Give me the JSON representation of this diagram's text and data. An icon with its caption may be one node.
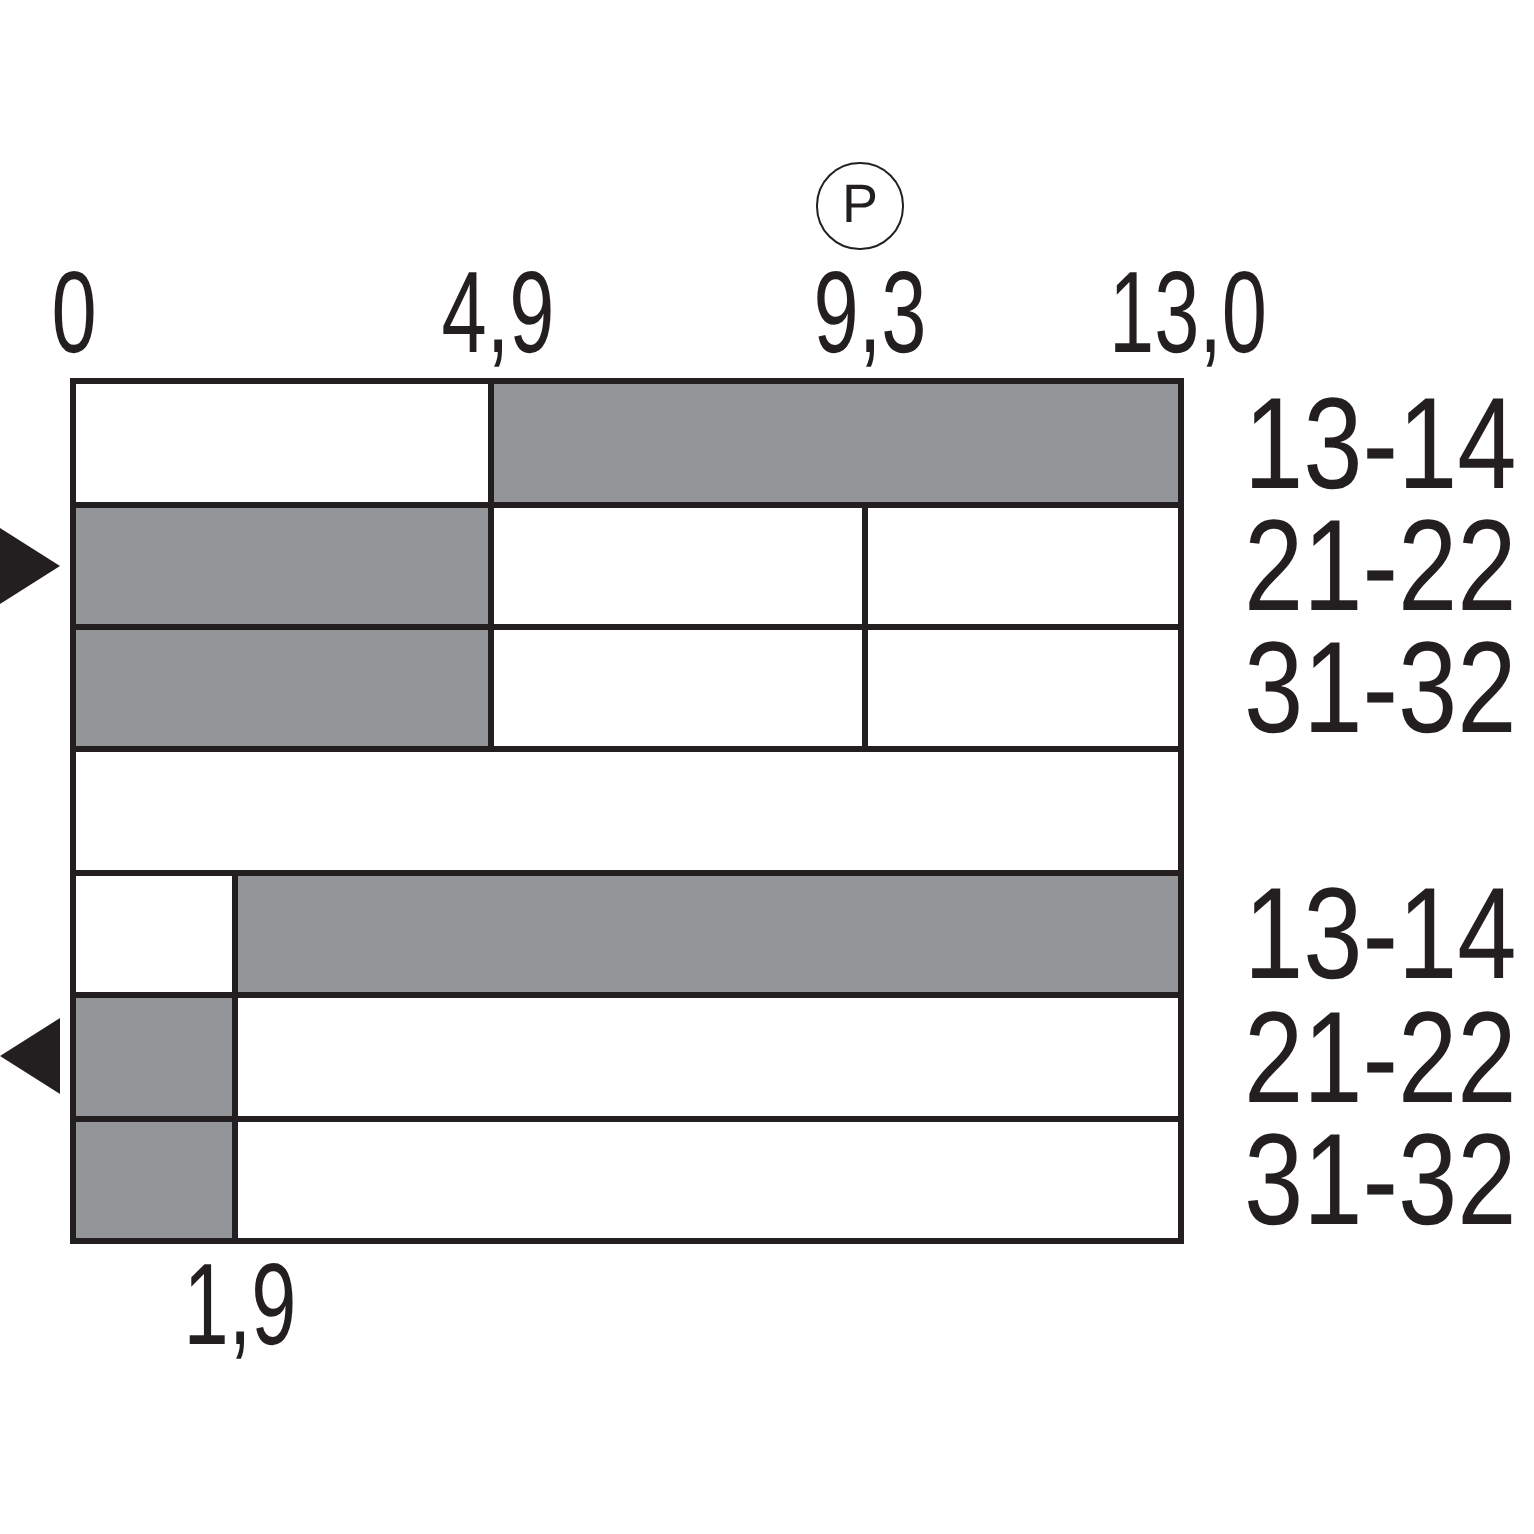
{
  "diagram": {
    "nodes": [
      {
        "text": [
          "P"
        ]
      },
      {
        "text": [],
        "shape": "box",
        "beside": [
          "13-14"
        ]
      },
      {
        "text": [],
        "shape": "bar",
        "in": 1
      },
      {
        "text": [],
        "shape": "box",
        "beside": [
          "21-22"
        ]
      },
      {
        "text": [],
        "shape": "bar",
        "in": 3
      },
      {
        "text": [],
        "shape": "box",
        "beside": [
          "31-32"
        ]
      },
      {
        "text": [],
        "shape": "bar",
        "in": 5
      },
      {
        "text": [],
        "shape": "box"
      },
      {
        "text": [],
        "shape": "box",
        "beside": [
          "13-14"
        ]
      },
      {
        "text": [],
        "shape": "bar",
        "in": 8
      },
      {
        "text": [],
        "shape": "box",
        "beside": [
          "21-22"
        ]
      },
      {
        "text": [],
        "shape": "bar",
        "in": 10
      },
      {
        "text": [],
        "shape": "box",
        "beside": [
          "31-32"
        ]
      },
      {
        "text": [],
        "shape": "bar",
        "in": 12
      }
    ],
    "labels": [
      "0",
      "4,9",
      "9,3",
      "13,0",
      "1,9"
    ]
  }
}
